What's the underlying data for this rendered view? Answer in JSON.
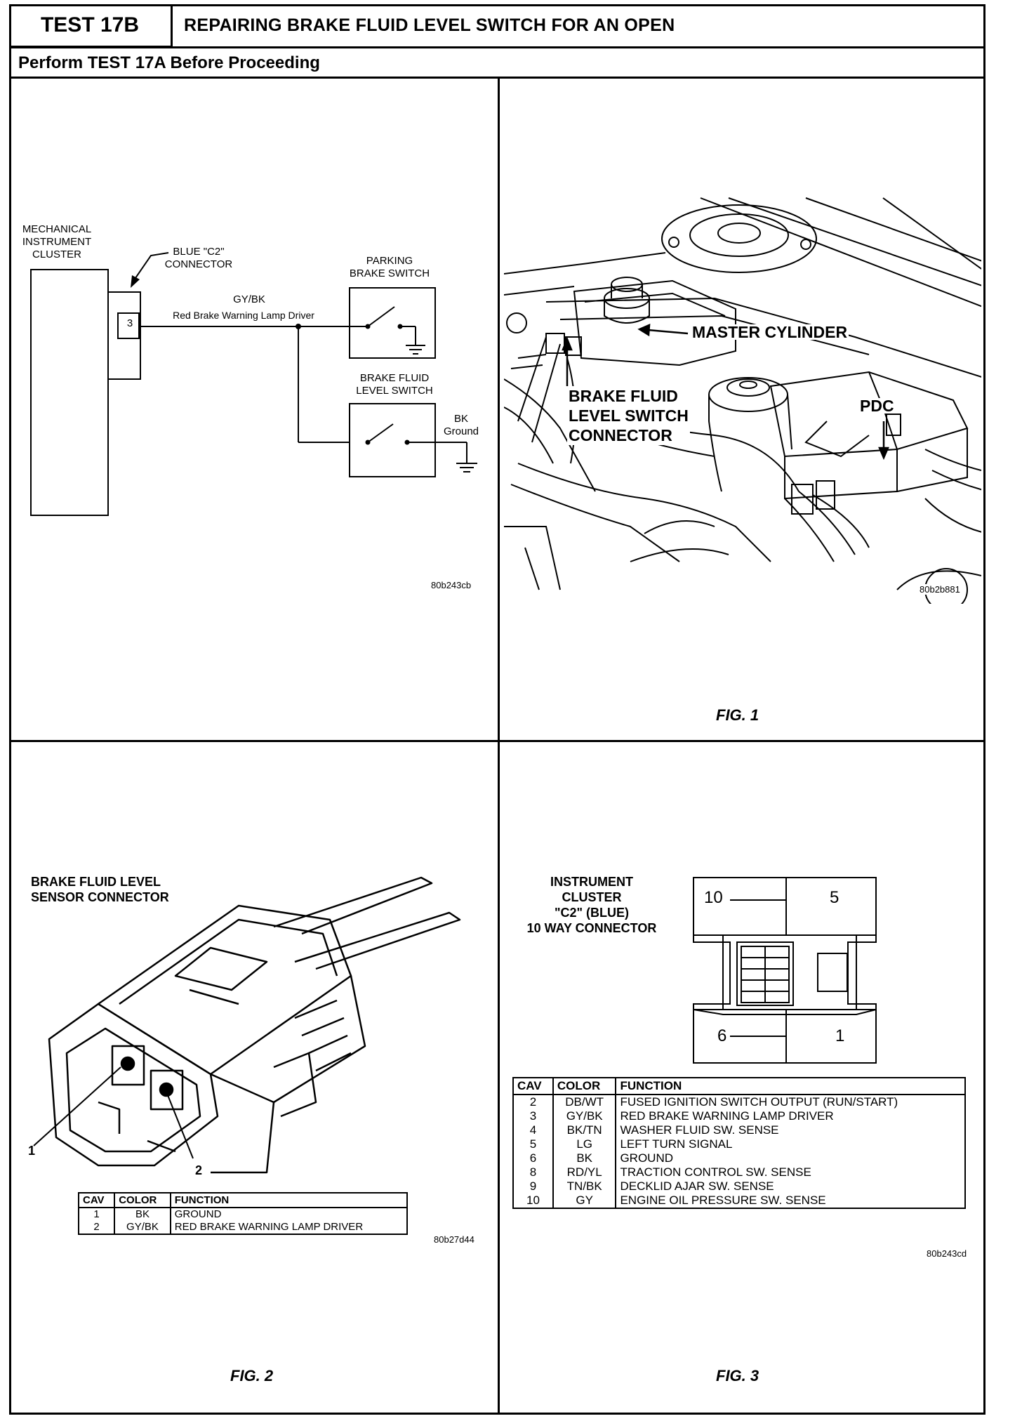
{
  "header": {
    "test_id": "TEST 17B",
    "title": "REPAIRING BRAKE FLUID LEVEL SWITCH FOR AN OPEN",
    "subtitle": "Perform TEST 17A Before Proceeding"
  },
  "schematic": {
    "cluster_label": [
      "MECHANICAL",
      "INSTRUMENT",
      "CLUSTER"
    ],
    "connector_label": [
      "BLUE \"C2\"",
      "CONNECTOR"
    ],
    "cavity": "3",
    "wire_color": "GY/BK",
    "wire_function": "Red Brake Warning Lamp Driver",
    "parking_switch_label": [
      "PARKING",
      "BRAKE SWITCH"
    ],
    "fluid_switch_label": [
      "BRAKE FLUID",
      "LEVEL SWITCH"
    ],
    "ground_color": "BK",
    "ground_label": "Ground",
    "code": "80b243cb"
  },
  "fig1": {
    "callouts": {
      "master_cylinder": "MASTER CYLINDER",
      "switch_connector": [
        "BRAKE FLUID",
        "LEVEL SWITCH",
        "CONNECTOR"
      ],
      "pdc": "PDC"
    },
    "code": "80b2b881",
    "label": "FIG. 1"
  },
  "fig2": {
    "title": [
      "BRAKE FLUID LEVEL",
      "SENSOR CONNECTOR"
    ],
    "pin_labels": [
      "1",
      "2"
    ],
    "table": {
      "headers": [
        "CAV",
        "COLOR",
        "FUNCTION"
      ],
      "rows": [
        [
          "1",
          "BK",
          "GROUND"
        ],
        [
          "2",
          "GY/BK",
          "RED BRAKE WARNING LAMP DRIVER"
        ]
      ]
    },
    "code": "80b27d44",
    "label": "FIG. 2"
  },
  "fig3": {
    "title": [
      "INSTRUMENT",
      "CLUSTER",
      "\"C2\" (BLUE)",
      "10 WAY CONNECTOR"
    ],
    "pin_numbers": {
      "top_left": "10",
      "top_right": "5",
      "bottom_left": "6",
      "bottom_right": "1"
    },
    "table": {
      "headers": [
        "CAV",
        "COLOR",
        "FUNCTION"
      ],
      "rows": [
        [
          "2",
          "DB/WT",
          "FUSED IGNITION SWITCH OUTPUT (RUN/START)"
        ],
        [
          "3",
          "GY/BK",
          "RED BRAKE WARNING LAMP DRIVER"
        ],
        [
          "4",
          "BK/TN",
          "WASHER FLUID SW. SENSE"
        ],
        [
          "5",
          "LG",
          "LEFT TURN SIGNAL"
        ],
        [
          "6",
          "BK",
          "GROUND"
        ],
        [
          "8",
          "RD/YL",
          "TRACTION CONTROL SW. SENSE"
        ],
        [
          "9",
          "TN/BK",
          "DECKLID AJAR SW. SENSE"
        ],
        [
          "10",
          "GY",
          "ENGINE OIL PRESSURE SW. SENSE"
        ]
      ]
    },
    "code": "80b243cd",
    "label": "FIG. 3"
  }
}
